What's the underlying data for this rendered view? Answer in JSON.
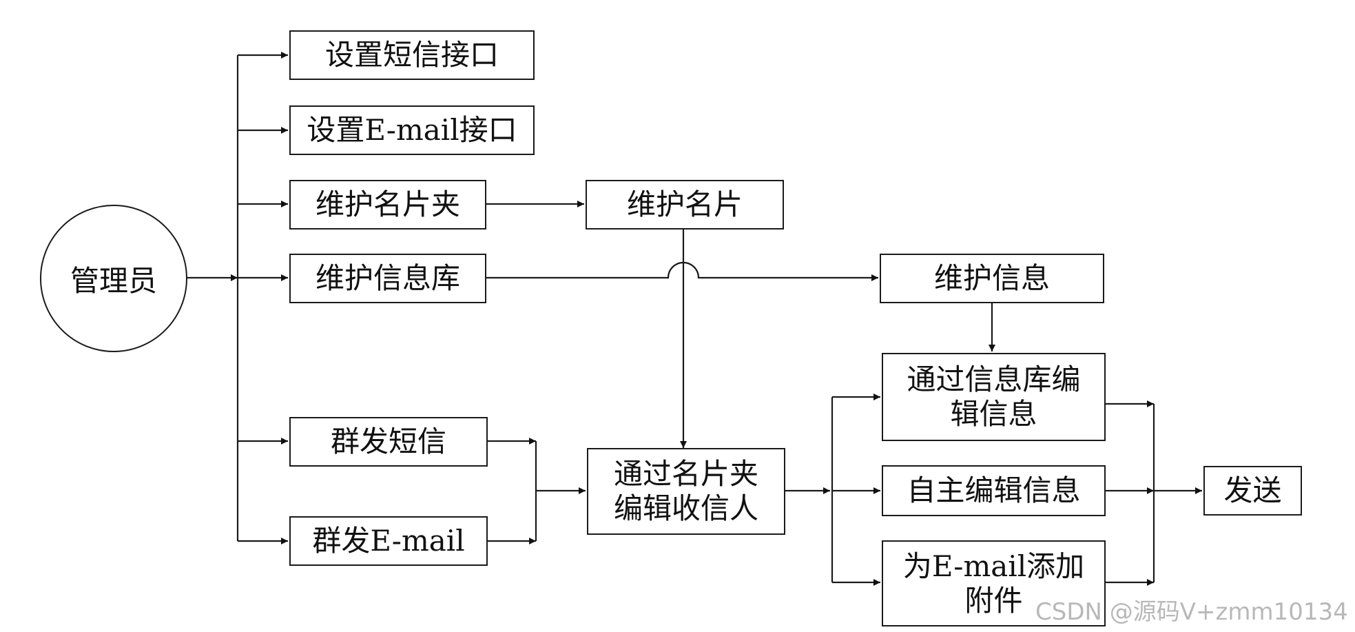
{
  "diagram": {
    "root": "管理员",
    "nodes": {
      "set_sms": "设置短信接口",
      "set_email": "设置E-mail接口",
      "maintain_cardfolder": "维护名片夹",
      "maintain_card": "维护名片",
      "maintain_infolib": "维护信息库",
      "maintain_info": "维护信息",
      "mass_sms": "群发短信",
      "mass_email": "群发E-mail",
      "edit_recipients_line1": "通过名片夹",
      "edit_recipients_line2": "编辑收信人",
      "edit_via_lib_line1": "通过信息库编",
      "edit_via_lib_line2": "辑信息",
      "self_edit": "自主编辑信息",
      "attach_line1": "为E-mail添加",
      "attach_line2": "附件",
      "send": "发送"
    },
    "edges": [
      [
        "管理员",
        "设置短信接口"
      ],
      [
        "管理员",
        "设置E-mail接口"
      ],
      [
        "管理员",
        "维护名片夹"
      ],
      [
        "管理员",
        "维护信息库"
      ],
      [
        "管理员",
        "群发短信"
      ],
      [
        "管理员",
        "群发E-mail"
      ],
      [
        "维护名片夹",
        "维护名片"
      ],
      [
        "维护名片",
        "通过名片夹编辑收信人"
      ],
      [
        "维护信息库",
        "维护信息"
      ],
      [
        "维护信息",
        "通过信息库编辑信息"
      ],
      [
        "群发短信",
        "通过名片夹编辑收信人"
      ],
      [
        "群发E-mail",
        "通过名片夹编辑收信人"
      ],
      [
        "通过名片夹编辑收信人",
        "通过信息库编辑信息"
      ],
      [
        "通过名片夹编辑收信人",
        "自主编辑信息"
      ],
      [
        "通过名片夹编辑收信人",
        "为E-mail添加附件"
      ],
      [
        "通过信息库编辑信息",
        "发送"
      ],
      [
        "自主编辑信息",
        "发送"
      ],
      [
        "为E-mail添加附件",
        "发送"
      ]
    ]
  },
  "watermark": "CSDN @源码V+zmm10134",
  "colors": {
    "line": "#1a1a1a",
    "watermark": "#b8b8b8"
  }
}
